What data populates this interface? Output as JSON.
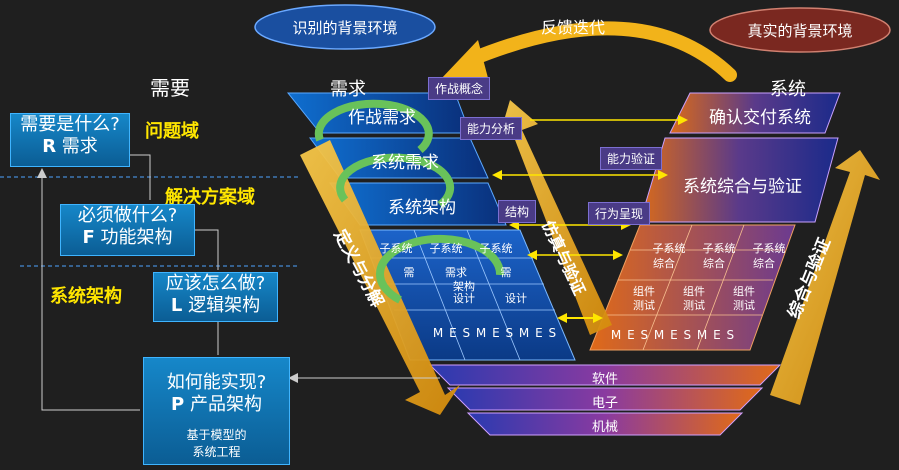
{
  "clouds": {
    "left": "识别的背景环境",
    "right": "真实的背景环境",
    "top_label": "反馈迭代"
  },
  "left_column": {
    "title": "需要",
    "domains": {
      "problem": "问题域",
      "solution": "解决方案域",
      "architecture": "系统架构"
    },
    "boxes": [
      {
        "q": "需要是什么?",
        "letter": "R",
        "name": "需求"
      },
      {
        "q": "必须做什么?",
        "letter": "F",
        "name": "功能架构"
      },
      {
        "q": "应该怎么做?",
        "letter": "L",
        "name": "逻辑架构"
      },
      {
        "q": "如何能实现?",
        "letter": "P",
        "name": "产品架构",
        "sub1": "基于模型的",
        "sub2": "系统工程"
      }
    ]
  },
  "v_left": {
    "title": "需求",
    "bands": [
      "作战需求",
      "系统需求",
      "系统架构"
    ],
    "sub_row1": [
      "子系统",
      "子系统",
      "子系统"
    ],
    "sub_row2": [
      "需",
      "需求",
      "需"
    ],
    "sub_row3": [
      "架构",
      "设计",
      "设计"
    ],
    "mes": "M E S M E S M E S",
    "diag_label": "定义与分解"
  },
  "v_right": {
    "title": "系统",
    "bands": [
      "确认交付系统",
      "系统综合与验证"
    ],
    "sub_row1": [
      "子系统",
      "子系统",
      "子系统"
    ],
    "sub_row2": [
      "综合",
      "综合",
      "综合"
    ],
    "sub_row3": [
      "组件",
      "组件",
      "组件"
    ],
    "sub_row4": [
      "测试",
      "测试",
      "测试"
    ],
    "mes": "M E S M E S M E S",
    "diag_label": "综合与验证"
  },
  "center": {
    "tags": [
      "作战概念",
      "能力分析",
      "能力验证",
      "结构",
      "行为呈现"
    ],
    "diag_label": "仿真与验证"
  },
  "bottom": {
    "layers": [
      "软件",
      "电子",
      "机械"
    ]
  },
  "colors": {
    "background": "#1f1f1f",
    "accent_yellow": "#ffe600",
    "box_blue": "#1687c9",
    "arrow_gold": "#f2b31a",
    "cloud_blue": "#1a4fa0",
    "cloud_red": "#7a2820"
  }
}
